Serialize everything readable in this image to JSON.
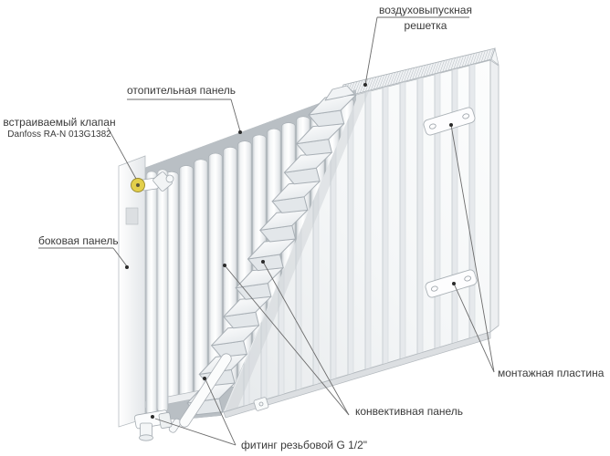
{
  "figure": {
    "type": "technical-diagram",
    "subject": "steel panel radiator cutaway with part callouts",
    "background": "#ffffff",
    "leader_line_color": "#6b6b6b",
    "text_color": "#3a3a3a",
    "valve_accent_color": "#e3cf4b"
  },
  "labels": {
    "air_grille_line1": "воздуховыпускная",
    "air_grille_line2": "решетка",
    "heating_panel": "отопительная панель",
    "built_in_valve": "встраиваемый клапан",
    "valve_model": "Danfoss RA-N 013G1382",
    "side_panel": "боковая панель",
    "fitting": "фитинг резьбовой G 1/2\"",
    "convective_panel": "конвективная панель",
    "mounting_plate": "монтажная пластина"
  }
}
